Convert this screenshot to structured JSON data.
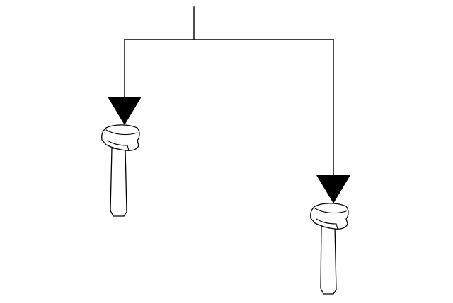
{
  "diagram": {
    "type": "exploded-parts-callout",
    "colors": {
      "background": "#ffffff",
      "line": "#000000",
      "arrow": "#000000"
    },
    "callout": {
      "targets": 2
    },
    "parts": [
      {
        "name": "bolt-left"
      },
      {
        "name": "bolt-right"
      }
    ]
  }
}
